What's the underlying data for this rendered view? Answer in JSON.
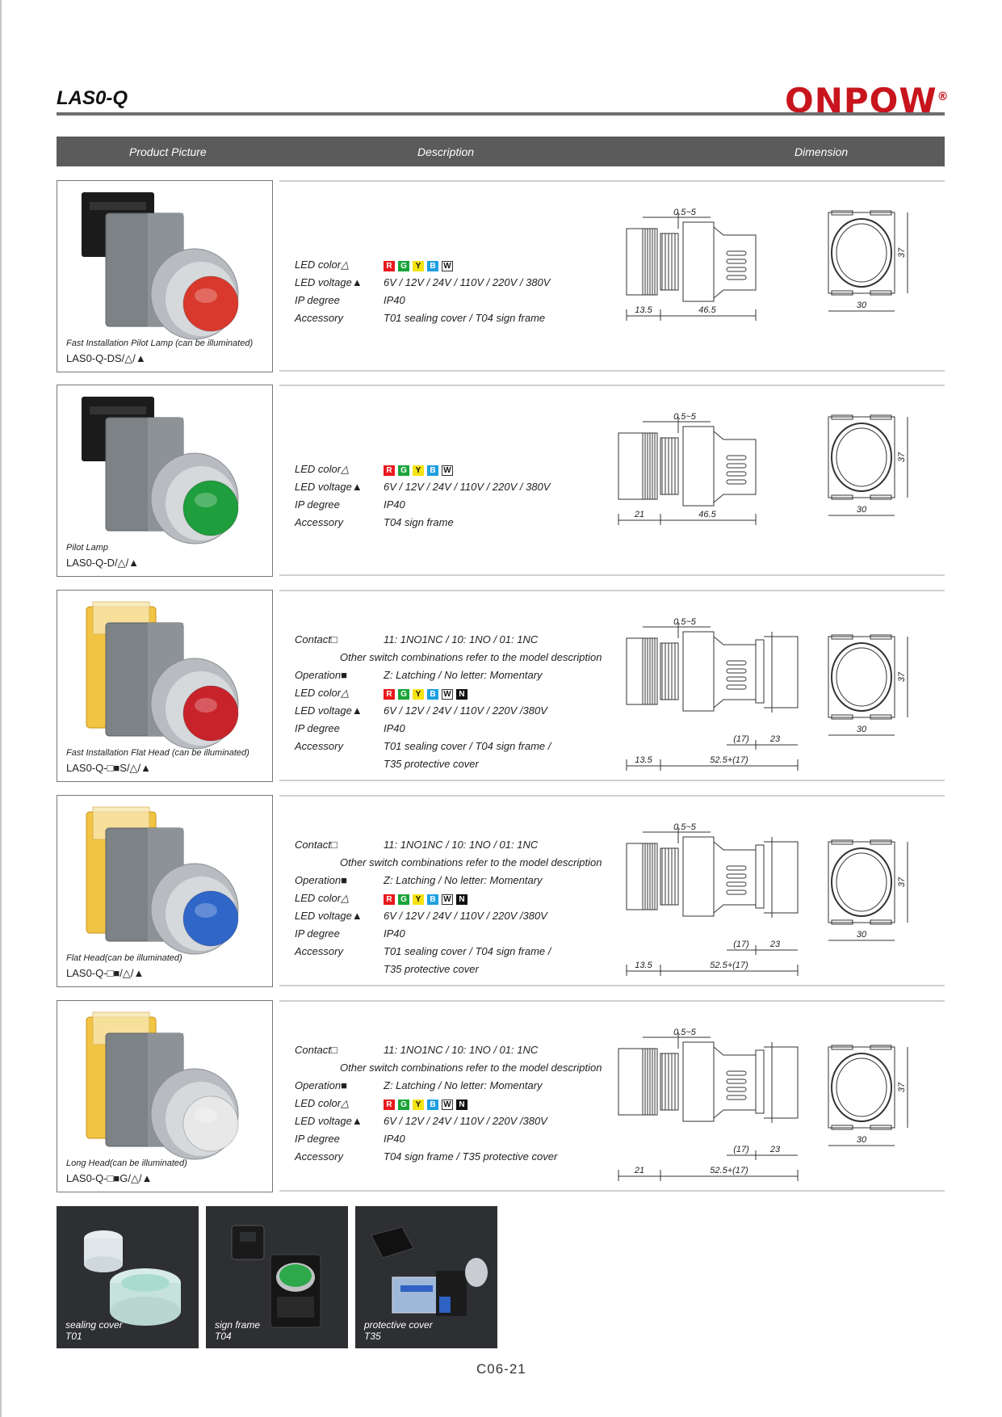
{
  "page": {
    "title": "LAS0-Q",
    "brand": "ONPOW",
    "brand_mark": "®",
    "page_number": "C06-21"
  },
  "header": {
    "col_picture": "Product Picture",
    "col_description": "Description",
    "col_dimension": "Dimension"
  },
  "colors": {
    "R": "#e8191d",
    "G": "#1aa43a",
    "Y": "#f5e313",
    "B": "#1f9fe0",
    "W": "#ffffff",
    "N": "#111111"
  },
  "products": [
    {
      "caption": "Fast Installation Pilot Lamp (can be illuminated)",
      "model": "LAS0-Q-DS/△/▲",
      "cap_color": "#d8392c",
      "specs": [
        {
          "label": "LED color△",
          "chips": [
            "R",
            "G",
            "Y",
            "B",
            "W"
          ]
        },
        {
          "label": "LED voltage▲",
          "value": "6V / 12V / 24V / 110V / 220V / 380V"
        },
        {
          "label": "IP degree",
          "value": "IP40"
        },
        {
          "label": "Accessory",
          "value": "T01 sealing cover / T04 sign frame"
        }
      ],
      "dims": {
        "gap": "0.5~5",
        "front": "13.5",
        "body": "46.5",
        "width": "30",
        "height": "37"
      }
    },
    {
      "caption": "Pilot Lamp",
      "model": "LAS0-Q-D/△/▲",
      "cap_color": "#1e9e3c",
      "specs": [
        {
          "label": "LED color△",
          "chips": [
            "R",
            "G",
            "Y",
            "B",
            "W"
          ]
        },
        {
          "label": "LED voltage▲",
          "value": "6V / 12V / 24V / 110V / 220V / 380V"
        },
        {
          "label": "IP degree",
          "value": "IP40"
        },
        {
          "label": "Accessory",
          "value": "T04 sign frame"
        }
      ],
      "dims": {
        "gap": "0.5~5",
        "front": "21",
        "body": "46.5",
        "width": "30",
        "height": "37"
      }
    },
    {
      "caption": "Fast Installation Flat Head (can be illuminated)",
      "model": "LAS0-Q-□■S/△/▲",
      "cap_color": "#c8232a",
      "specs": [
        {
          "label": "Contact□",
          "value": "11: 1NO1NC / 10: 1NO / 01: 1NC"
        },
        {
          "note": "Other switch combinations refer to the model description"
        },
        {
          "label": "Operation■",
          "value": "Z: Latching / No letter: Momentary"
        },
        {
          "label": "LED color△",
          "chips": [
            "R",
            "G",
            "Y",
            "B",
            "W",
            "N"
          ]
        },
        {
          "label": "LED voltage▲",
          "value": "6V / 12V / 24V / 110V / 220V /380V"
        },
        {
          "label": "IP degree",
          "value": "IP40"
        },
        {
          "label": "Accessory",
          "value": "T01 sealing cover / T04 sign frame /"
        },
        {
          "value": "T35 protective cover"
        }
      ],
      "dims": {
        "gap": "0.5~5",
        "front": "13.5",
        "body": "52.5+(17)",
        "extra": "(17)",
        "tail": "23",
        "width": "30",
        "height": "37"
      }
    },
    {
      "caption": "Flat Head(can be illuminated)",
      "model": "LAS0-Q-□■/△/▲",
      "cap_color": "#2f66c8",
      "specs": [
        {
          "label": "Contact□",
          "value": "11: 1NO1NC / 10: 1NO / 01: 1NC"
        },
        {
          "note": "Other switch combinations refer to the model description"
        },
        {
          "label": "Operation■",
          "value": "Z: Latching / No letter: Momentary"
        },
        {
          "label": "LED color△",
          "chips": [
            "R",
            "G",
            "Y",
            "B",
            "W",
            "N"
          ]
        },
        {
          "label": "LED voltage▲",
          "value": "6V / 12V / 24V / 110V / 220V /380V"
        },
        {
          "label": "IP degree",
          "value": "IP40"
        },
        {
          "label": "Accessory",
          "value": "T01 sealing cover / T04 sign frame /"
        },
        {
          "value": "T35 protective cover"
        }
      ],
      "dims": {
        "gap": "0.5~5",
        "front": "13.5",
        "body": "52.5+(17)",
        "extra": "(17)",
        "tail": "23",
        "width": "30",
        "height": "37"
      }
    },
    {
      "caption": "Long Head(can be illuminated)",
      "model": "LAS0-Q-□■G/△/▲",
      "cap_color": "#e8e8e8",
      "specs": [
        {
          "label": "Contact□",
          "value": "11: 1NO1NC / 10: 1NO / 01: 1NC"
        },
        {
          "note": "Other switch combinations refer to the model description"
        },
        {
          "label": "Operation■",
          "value": "Z: Latching / No letter: Momentary"
        },
        {
          "label": "LED color△",
          "chips": [
            "R",
            "G",
            "Y",
            "B",
            "W",
            "N"
          ]
        },
        {
          "label": "LED voltage▲",
          "value": "6V / 12V / 24V / 110V / 220V /380V"
        },
        {
          "label": "IP degree",
          "value": "IP40"
        },
        {
          "label": "Accessory",
          "value": "T04 sign frame / T35 protective cover"
        }
      ],
      "dims": {
        "gap": "0.5~5",
        "front": "21",
        "body": "52.5+(17)",
        "extra": "(17)",
        "tail": "23",
        "width": "30",
        "height": "37"
      }
    }
  ],
  "accessories": [
    {
      "name": "sealing cover",
      "code": "T01"
    },
    {
      "name": "sign frame",
      "code": "T04"
    },
    {
      "name": "protective cover",
      "code": "T35"
    }
  ]
}
